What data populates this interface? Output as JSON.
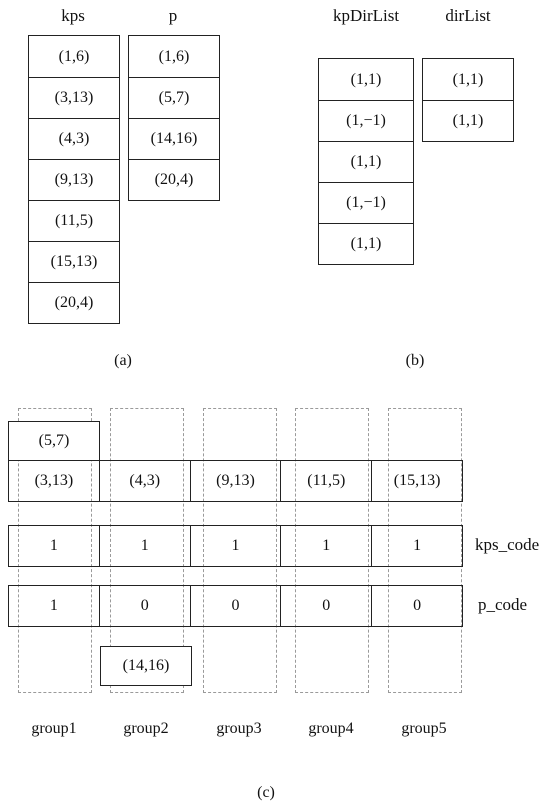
{
  "panel_a": {
    "kps_header": "kps",
    "p_header": "p",
    "kps": [
      "(1,6)",
      "(3,13)",
      "(4,3)",
      "(9,13)",
      "(11,5)",
      "(15,13)",
      "(20,4)"
    ],
    "p": [
      "(1,6)",
      "(5,7)",
      "(14,16)",
      "(20,4)"
    ],
    "caption": "(a)"
  },
  "panel_b": {
    "kpDirList_header": "kpDirList",
    "dirList_header": "dirList",
    "kpDirList": [
      "(1,1)",
      "(1,−1)",
      "(1,1)",
      "(1,−1)",
      "(1,1)"
    ],
    "dirList": [
      "(1,1)",
      "(1,1)"
    ],
    "caption": "(b)"
  },
  "panel_c": {
    "extra_top": "(5,7)",
    "extra_bottom": "(14,16)",
    "kps_row": [
      "(3,13)",
      "(4,3)",
      "(9,13)",
      "(11,5)",
      "(15,13)"
    ],
    "kps_code_label": "kps_code",
    "kps_code": [
      "1",
      "1",
      "1",
      "1",
      "1"
    ],
    "p_code_label": "p_code",
    "p_code": [
      "1",
      "0",
      "0",
      "0",
      "0"
    ],
    "groups": [
      "group1",
      "group2",
      "group3",
      "group4",
      "group5"
    ],
    "caption": "(c)"
  }
}
